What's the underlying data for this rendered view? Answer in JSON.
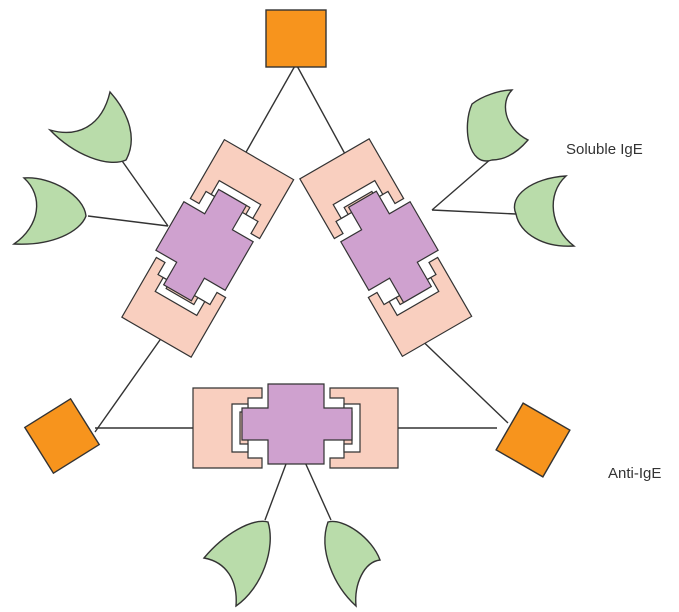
{
  "labels": {
    "soluble_ige": "Soluble IgE",
    "anti_ige": "Anti-IgE"
  },
  "colors": {
    "antigen": "#F7941D",
    "fab_outer": "#F9CFBF",
    "fab_inner": "#C7A0C8",
    "fc_region": "#CFA1CF",
    "receptor": "#B9DCAA",
    "line": "#333333"
  },
  "icons": {
    "antigen": "orange-square",
    "receptor": "green-crescent"
  }
}
